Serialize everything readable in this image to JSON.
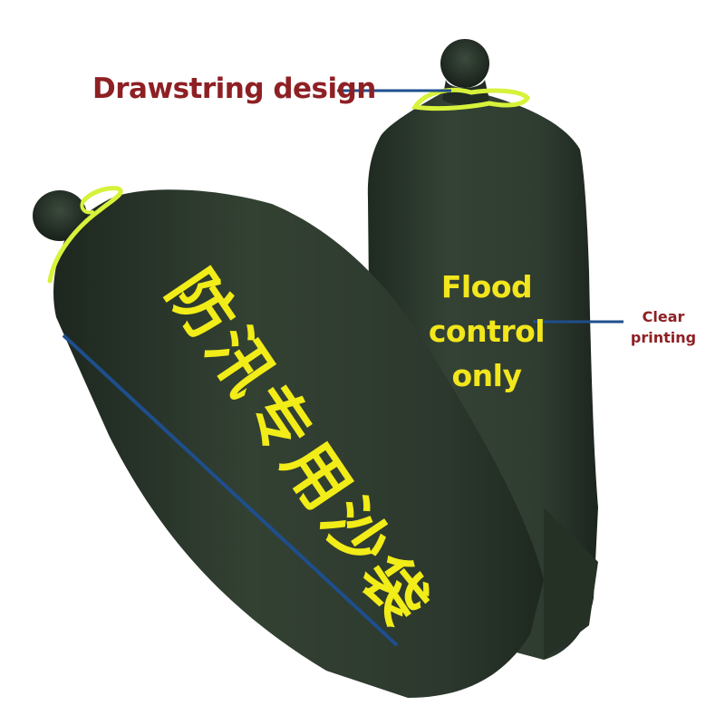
{
  "labels": {
    "drawstring": "Drawstring design",
    "flood_control": [
      "Flood",
      "control",
      "only"
    ],
    "clear_printing": [
      "Clear",
      "printing"
    ]
  },
  "bag_print_text": "防汛专用沙袋",
  "colors": {
    "callout_text": "#8e2024",
    "print_yellow": "#f2e61c",
    "leader_line": "#1f4e8c",
    "bag_fabric": "#2d3a2e",
    "drawstring_cord": "#d7f23a"
  }
}
